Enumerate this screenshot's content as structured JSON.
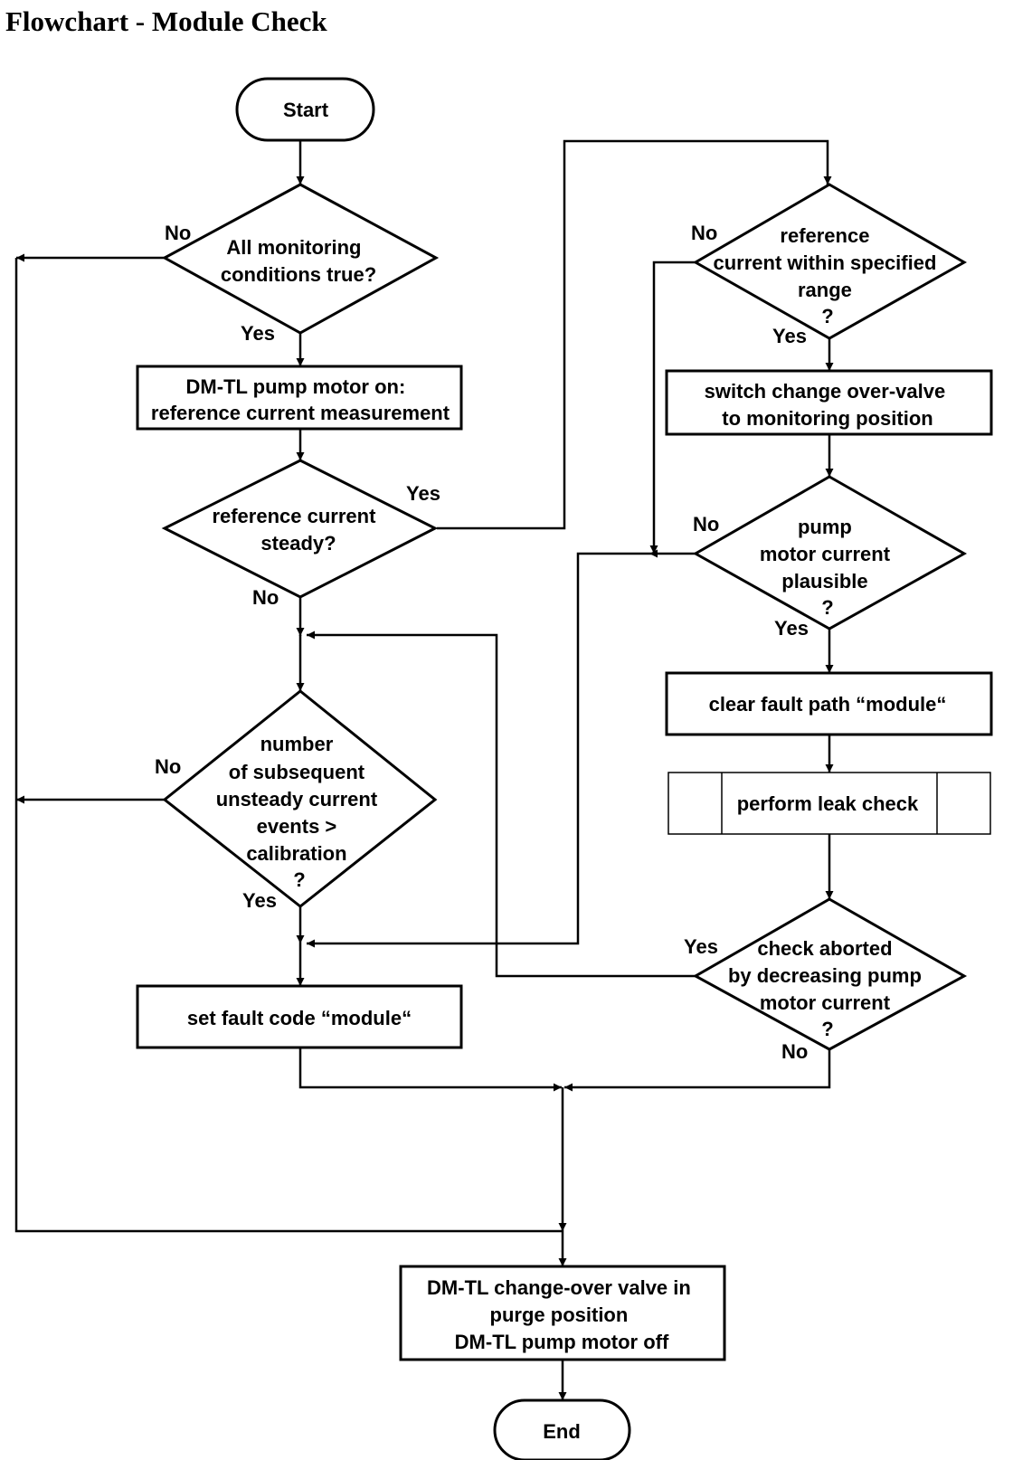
{
  "title": "Flowchart - Module Check",
  "nodes": {
    "start": "Start",
    "d1": [
      "All monitoring",
      "conditions true?"
    ],
    "p1": [
      "DM-TL pump motor on:",
      "reference current measurement"
    ],
    "d2": [
      "reference current",
      "steady?"
    ],
    "d3": [
      "number",
      "of subsequent",
      "unsteady current",
      "events >",
      "calibration",
      "?"
    ],
    "p2": "set fault code “module“",
    "r1": [
      "reference",
      "current within specified",
      "range",
      "?"
    ],
    "p3": [
      "switch change over-valve",
      "to monitoring position"
    ],
    "r2": [
      "pump",
      "motor current",
      "plausible",
      "?"
    ],
    "p4": "clear fault path “module“",
    "p5": "perform leak check",
    "r3": [
      "check aborted",
      "by decreasing pump",
      "motor current",
      "?"
    ],
    "p6": [
      "DM-TL change-over valve in",
      "purge position",
      "DM-TL pump motor off"
    ],
    "end": "End"
  },
  "edge_labels": {
    "d1_no": "No",
    "d1_yes": "Yes",
    "d2_yes": "Yes",
    "d2_no": "No",
    "d3_no": "No",
    "d3_yes": "Yes",
    "r1_no": "No",
    "r1_yes": "Yes",
    "r2_no": "No",
    "r2_yes": "Yes",
    "r3_yes": "Yes",
    "r3_no": "No"
  }
}
